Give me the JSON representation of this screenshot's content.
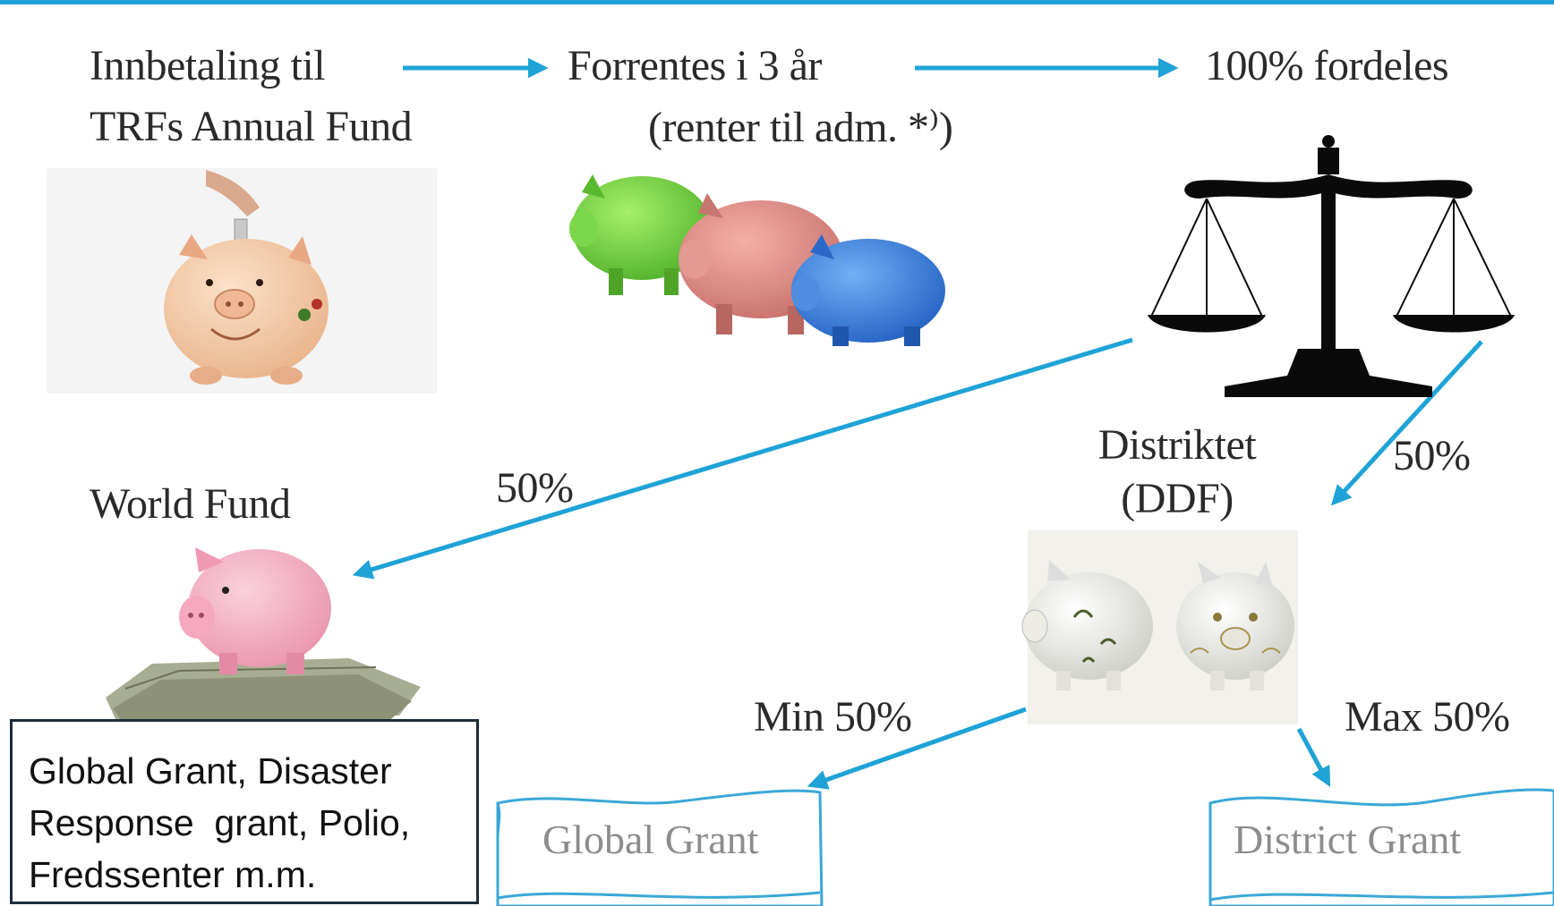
{
  "steps": {
    "deposit_line1": "Innbetaling til",
    "deposit_line2": "TRFs Annual Fund",
    "interest_line1": "Forrentes i 3 år",
    "interest_line2": "(renter til adm. *⁾)",
    "distribute": "100% fordeles"
  },
  "world_fund": {
    "title": "World Fund",
    "share": "50%"
  },
  "district": {
    "title_line1": "Distriktet",
    "title_line2": "(DDF)",
    "share": "50%"
  },
  "splits": {
    "min": "Min 50%",
    "max": "Max 50%"
  },
  "info_box": {
    "line1": "Global Grant, Disaster",
    "line2": "Response  grant, Polio,",
    "line3": "Fredssenter m.m."
  },
  "grants": {
    "global": "Global Grant",
    "district": "District Grant"
  },
  "colors": {
    "arrow": "#1fa3d6",
    "accent_line": "#1fa3d6"
  },
  "icons": [
    "piggy-bank-coin-icon",
    "three-piggy-banks-icon",
    "balance-scale-icon",
    "pink-piggy-bank-on-money-icon",
    "two-porcelain-piggy-banks-icon",
    "scroll-banner-icon"
  ]
}
